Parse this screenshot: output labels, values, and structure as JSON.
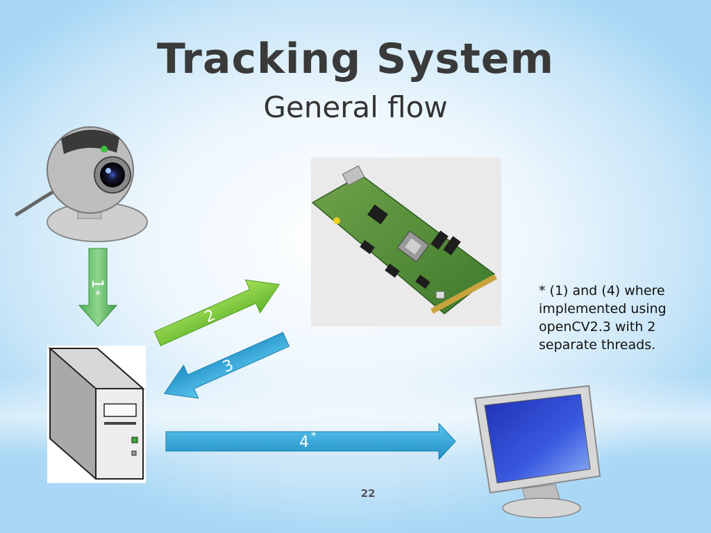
{
  "slide": {
    "title": "Tracking System",
    "subtitle": "General flow",
    "page_number": "22"
  },
  "note": {
    "text": "* (1) and (4) where implemented using openCV2.3 with 2 separate threads."
  },
  "arrows": [
    {
      "label": "1",
      "marker": "*",
      "color": "#6dc47a"
    },
    {
      "label": "2",
      "marker": "",
      "color": "#7fcf3a"
    },
    {
      "label": "3",
      "marker": "",
      "color": "#2aa5d9"
    },
    {
      "label": "4",
      "marker": "*",
      "color": "#2aa5d9"
    }
  ],
  "icons": [
    "webcam-icon",
    "server-tower-icon",
    "circuit-board-icon",
    "monitor-icon"
  ]
}
